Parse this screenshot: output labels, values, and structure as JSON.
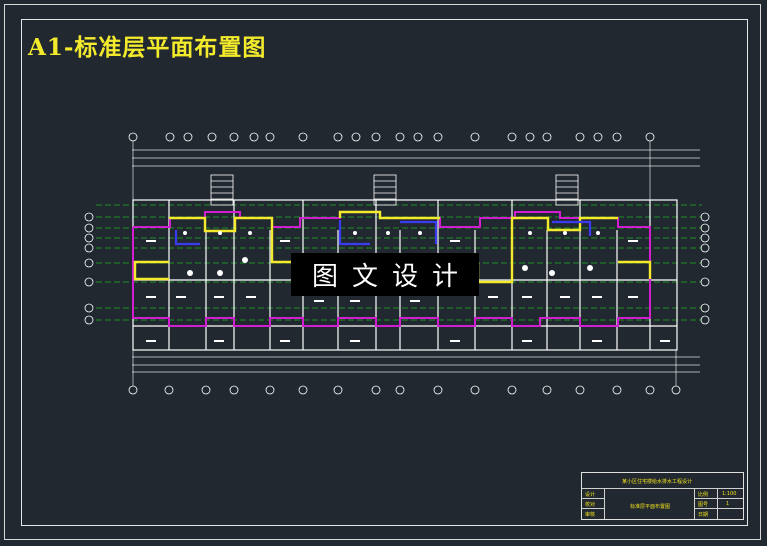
{
  "drawing": {
    "title": "A1-标准层平面布置图",
    "watermark": "图文设计"
  },
  "title_block": {
    "project": "某小区住宅楼给水排水工程设计",
    "drawn_label": "设计",
    "checked_label": "校对",
    "approved_label": "审核",
    "sheet_name": "标准层平面布置图",
    "scale_label": "比例",
    "scale_value": "1:100",
    "sheet_label": "图号",
    "sheet_value": "1",
    "date_label": "日期"
  },
  "colors": {
    "background": "#212830",
    "frame": "#e6e6e6",
    "title": "#f3ea2c",
    "wall": "#ffffff",
    "magenta_outline": "#d01ed0",
    "yellow_outline": "#f3ea2c",
    "blue_outline": "#3a3af0",
    "green_axis": "#1fb01f",
    "grid_bubble": "#ffffff"
  }
}
